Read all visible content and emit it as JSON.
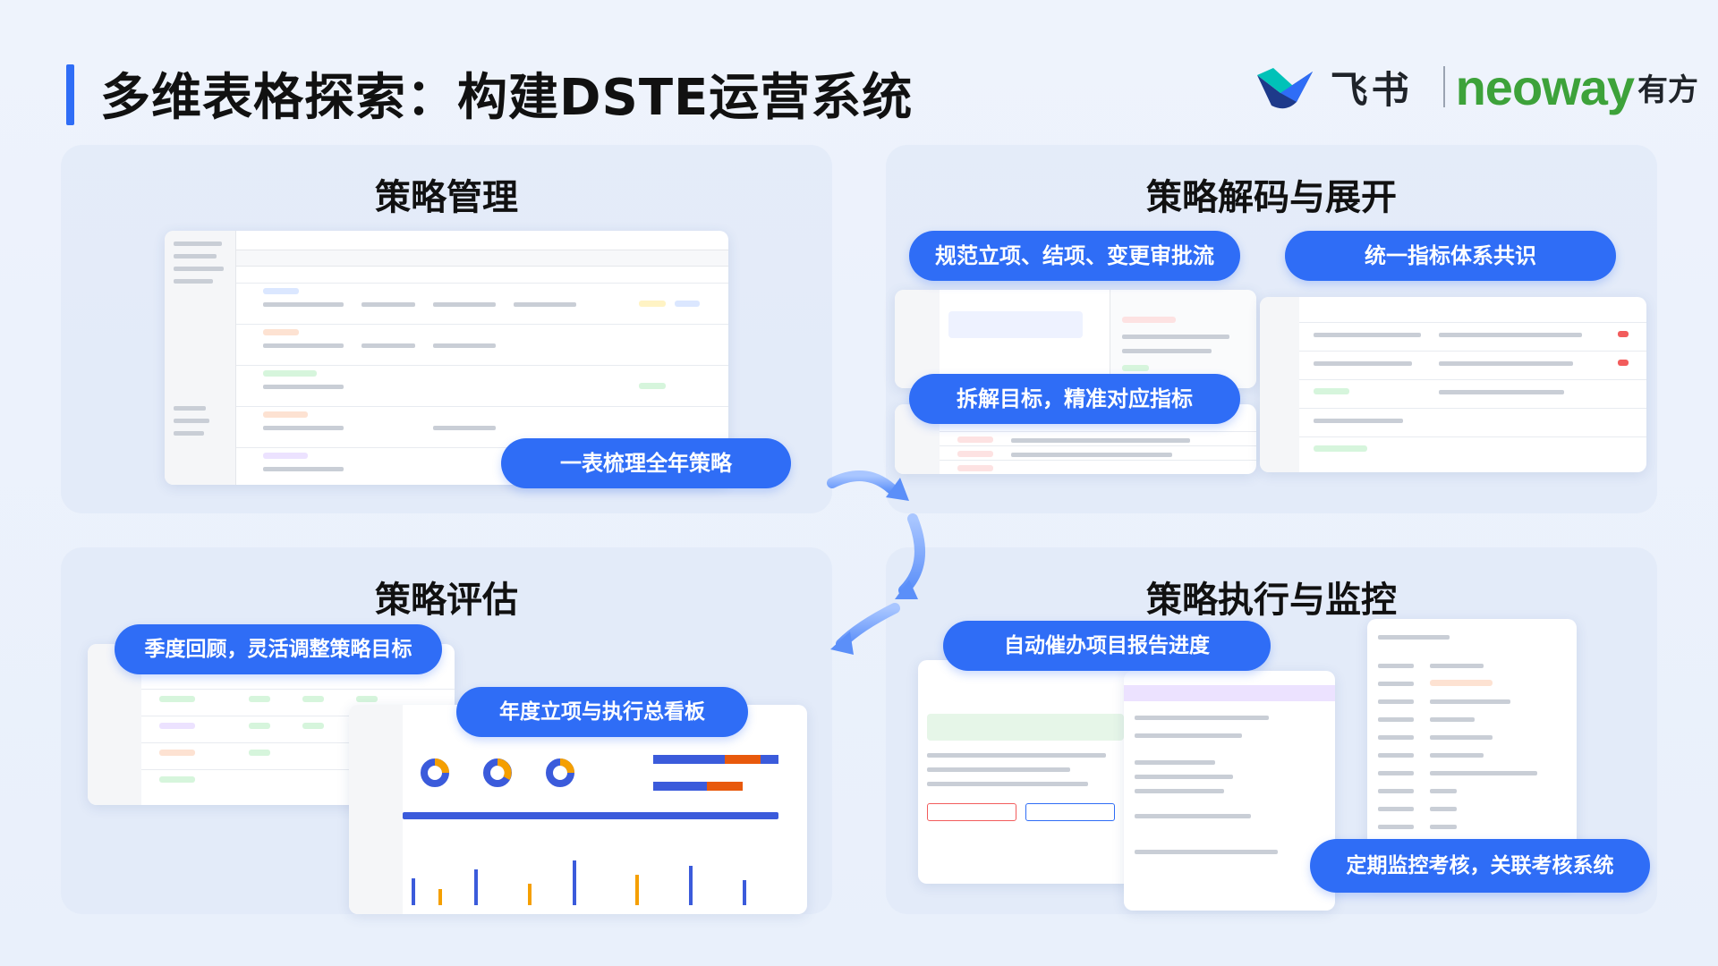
{
  "page": {
    "title": "多维表格探索：构建DSTE运营系统"
  },
  "brand": {
    "feishu": "飞书",
    "neoway": "neoway",
    "youfang": "有方",
    "colors": {
      "feishu_blue": "#2f6df6",
      "neoway_green": "#3da23a"
    }
  },
  "quadrants": {
    "strategy_management": {
      "title": "策略管理",
      "pill": "一表梳理全年策略"
    },
    "strategy_decoding": {
      "title": "策略解码与展开",
      "pills": [
        "规范立项、结项、变更审批流",
        "统一指标体系共识",
        "拆解目标，精准对应指标"
      ]
    },
    "strategy_evaluation": {
      "title": "策略评估",
      "pills": [
        "季度回顾，灵活调整策略目标",
        "年度立项与执行总看板"
      ]
    },
    "strategy_execution": {
      "title": "策略执行与监控",
      "pills": [
        "自动催办项目报告进度",
        "定期监控考核，关联考核系统"
      ]
    }
  },
  "accent": "#2f6df6"
}
